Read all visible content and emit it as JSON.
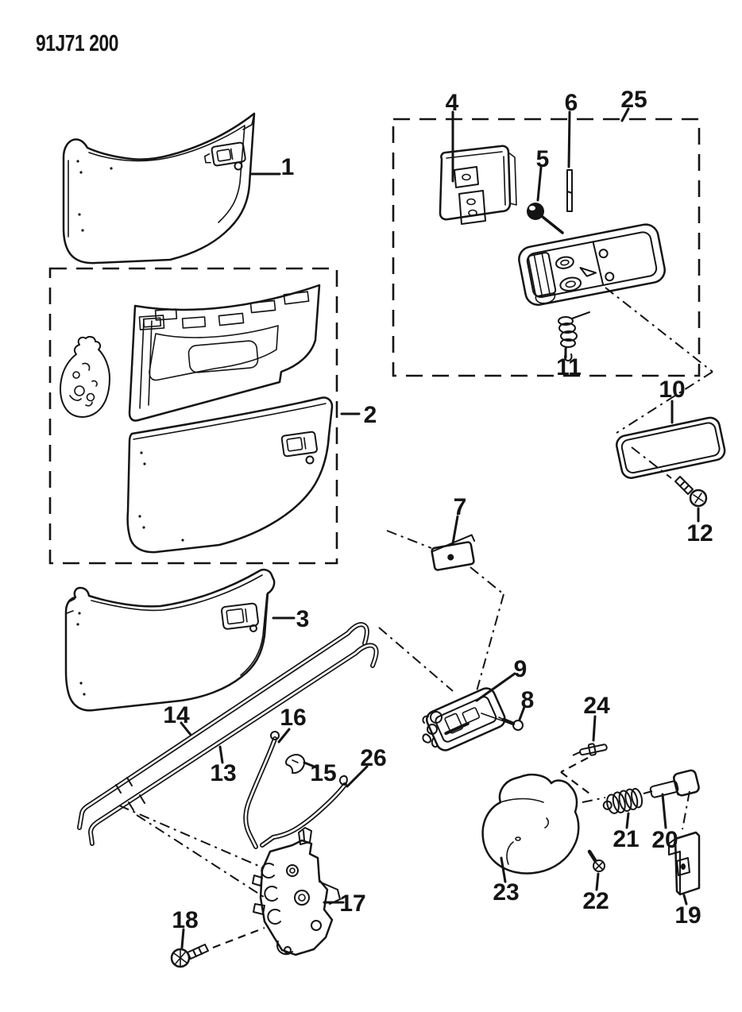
{
  "diagram": {
    "code": "91J71 200"
  },
  "colors": {
    "background": "#ffffff",
    "ink": "#141414"
  },
  "callouts": [
    {
      "label": "1"
    },
    {
      "label": "2"
    },
    {
      "label": "3"
    },
    {
      "label": "4"
    },
    {
      "label": "5"
    },
    {
      "label": "6"
    },
    {
      "label": "7"
    },
    {
      "label": "8"
    },
    {
      "label": "9"
    },
    {
      "label": "10"
    },
    {
      "label": "11"
    },
    {
      "label": "12"
    },
    {
      "label": "13"
    },
    {
      "label": "14"
    },
    {
      "label": "15"
    },
    {
      "label": "16"
    },
    {
      "label": "17"
    },
    {
      "label": "18"
    },
    {
      "label": "19"
    },
    {
      "label": "20"
    },
    {
      "label": "21"
    },
    {
      "label": "22"
    },
    {
      "label": "23"
    },
    {
      "label": "24"
    },
    {
      "label": "25"
    },
    {
      "label": "26"
    }
  ]
}
